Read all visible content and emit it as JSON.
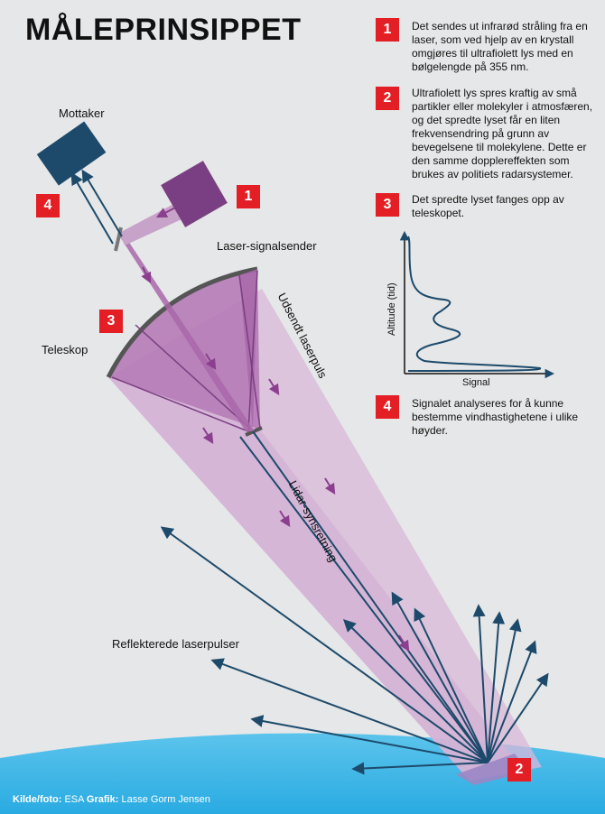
{
  "title": "MÅLEPRINSIPPET",
  "steps": [
    {
      "num": "1",
      "text": "Det sendes ut infrarød stråling fra en laser, som ved hjelp av en krystall omgjøres til ultrafiolett lys med en bølgelengde på 355 nm."
    },
    {
      "num": "2",
      "text": "Ultrafiolett lys spres kraftig av små partikler eller molekyler i atmosfæren, og det spredte lyset får en liten frekvensendring på grunn av bevegelsene til molekylene. Dette er den samme dopplereffekten som brukes av politiets radarsystemer."
    },
    {
      "num": "3",
      "text": "Det spredte lyset fanges opp av teleskopet."
    },
    {
      "num": "4",
      "text": "Signalet analyseres for å kunne bestemme vindhastighetene i ulike høyder."
    }
  ],
  "labels": {
    "receiver": "Mottaker",
    "laser_sender": "Laser-signalsender",
    "telescope": "Teleskop",
    "emitted_pulse": "Udsendt laserpuls",
    "lidar_direction": "Lidar-synsretning",
    "reflected_pulses": "Reflekterede laserpulser"
  },
  "diagram_badges": [
    "4",
    "1",
    "3",
    "2"
  ],
  "signal_plot": {
    "ylabel": "Altitude (tid)",
    "xlabel": "Signal"
  },
  "credit": {
    "source_label": "Kilde/foto:",
    "source": "ESA",
    "graphic_label": "Grafik:",
    "graphic": "Lasse Gorm Jensen"
  },
  "colors": {
    "background": "#e6e7e8",
    "badge": "#e31e24",
    "beam": "#c8a3c9",
    "telescope_fill": "#b57bb6",
    "laser_box": "#7a3f82",
    "receiver_box": "#1d4a6b",
    "arrow": "#1d4a6b",
    "earth": "#29abe2"
  }
}
